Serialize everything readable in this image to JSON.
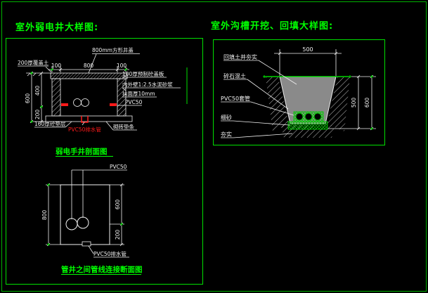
{
  "titles": {
    "left": "室外弱电井大样图:",
    "right": "室外沟槽开挖、回填大样图:"
  },
  "well_section": {
    "cover_label": "800mm方形井盖",
    "soil_label": "200厚覆盖土",
    "dims": {
      "left_wall": "100",
      "inner": "800",
      "right_wall": "100",
      "depth_total": "600",
      "depth_upper": "400",
      "depth_lower": "200"
    },
    "notes": [
      "100厚预制砼盖板",
      "内外壁1:2.5水泥砂浆",
      "抹面厚10mm"
    ],
    "pvc_label": "PVC50",
    "brick_label": "砌砖垫条",
    "base_label": "160厚砼垫层",
    "drain_label": "PVC50排水管",
    "caption": "弱电手井剖面图"
  },
  "well_plan": {
    "pvc_label": "PVC50",
    "dims": {
      "width": "800",
      "upper": "600",
      "lower": "200"
    },
    "drain_label": "PVC50排水管",
    "caption": "管井之间管线连接断面图"
  },
  "trench": {
    "dims": {
      "top_width": "500",
      "depth_inner": "500",
      "depth_outer": "600"
    },
    "labels": {
      "backfill": "回填土并夯实",
      "gravel": "碎石混土",
      "pipes": "PVC50套管",
      "sand": "细砂",
      "compact": "夯实"
    }
  },
  "colors": {
    "accent_green": "#00ff00",
    "hatch_green": "#00cc00",
    "line_white": "#f2f2f2",
    "alert_red": "#ff1a1a",
    "fill_gray": "#8a8a8a",
    "background": "#000000"
  }
}
